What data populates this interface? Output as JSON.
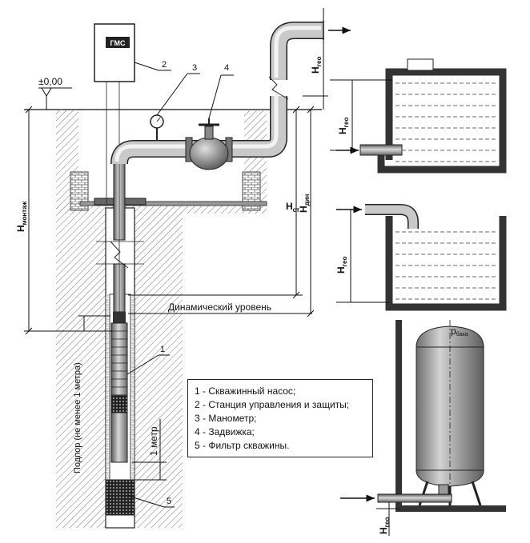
{
  "zero_level": "±0,00",
  "logo_text": "ГМС",
  "callouts": {
    "c1": "1",
    "c2": "2",
    "c3": "3",
    "c4": "4",
    "c5": "5"
  },
  "dimensions": {
    "h_mount": {
      "base": "H",
      "sub": "монтаж"
    },
    "h_st": {
      "base": "H",
      "sub": "ст"
    },
    "h_dyn": {
      "base": "H",
      "sub": "дин"
    },
    "h_geo": {
      "base": "H",
      "sub": "гео"
    }
  },
  "labels": {
    "dynamic_level": "Динамический уровень",
    "submersion": "Подпор (не менее 1 метра)",
    "one_meter": "1 метр",
    "tank_pressure": {
      "base": "p",
      "sub": "бака"
    }
  },
  "legend": [
    "1 - Скважинный насос;",
    "2 - Станция управления и защиты;",
    "3 - Манометр;",
    "4 - Задвижка;",
    "5 - Фильтр скважины."
  ]
}
